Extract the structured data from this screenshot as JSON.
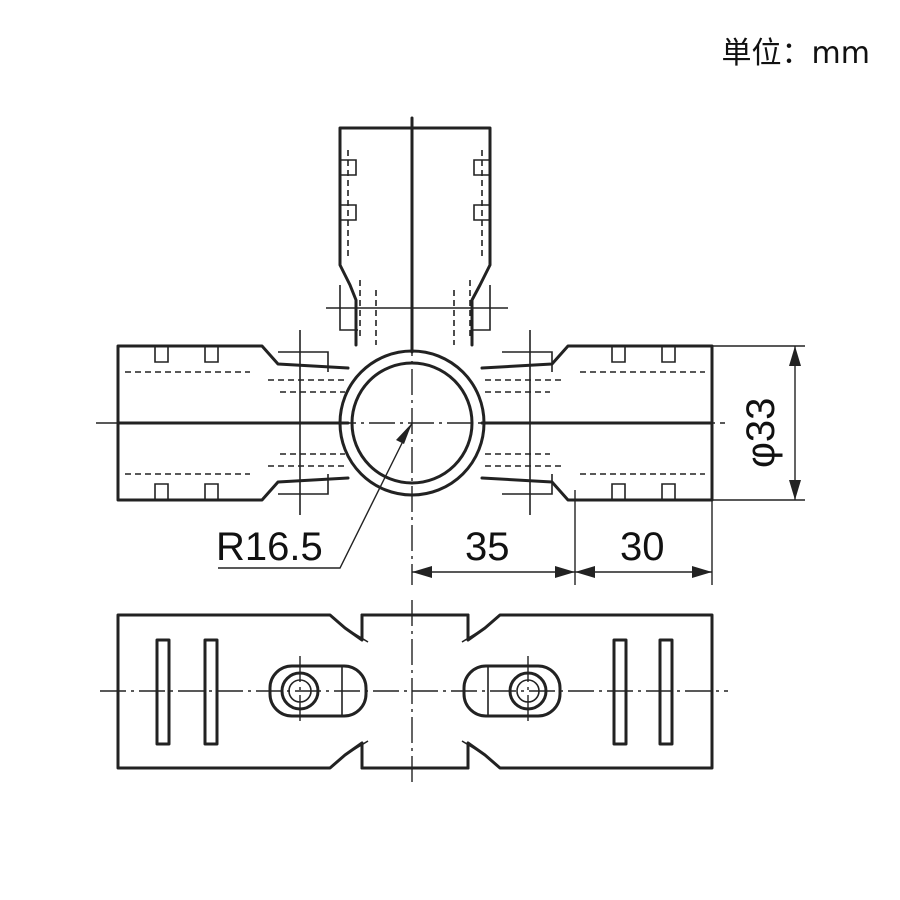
{
  "unit_label": "単位：mm",
  "dimensions": {
    "radius": "R16.5",
    "length_center": "35",
    "length_end": "30",
    "diameter": "φ33"
  }
}
